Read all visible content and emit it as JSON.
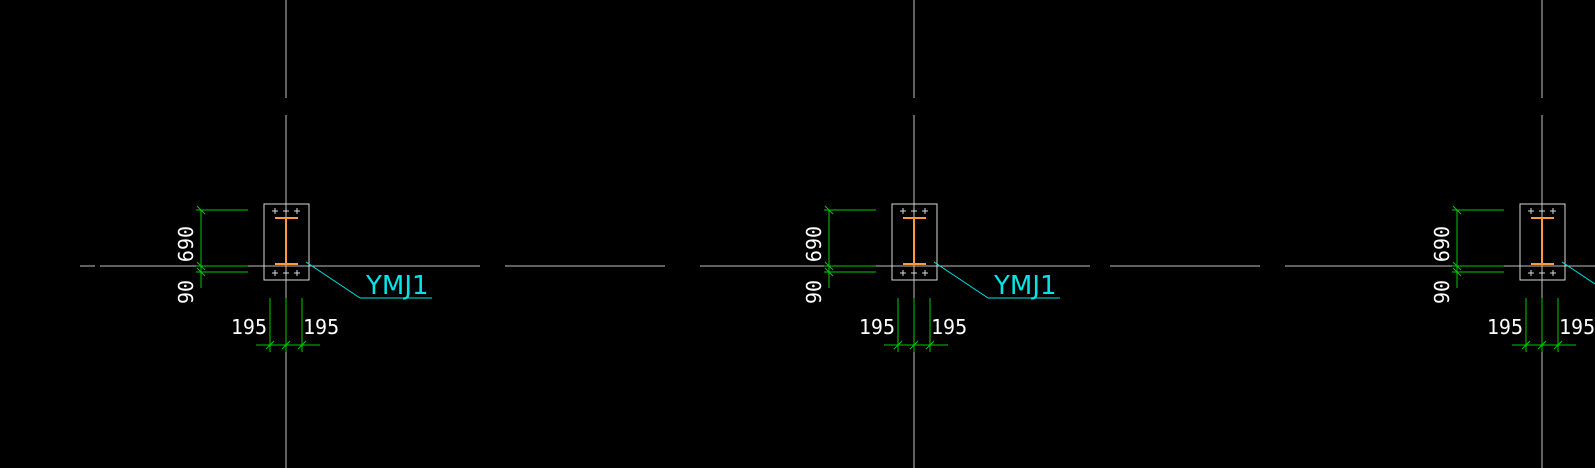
{
  "colors": {
    "background": "#000000",
    "axis": "#bfbfbf",
    "dimension": "#00c800",
    "outline": "#d9d9d9",
    "steel": "#ff9a3c",
    "leader": "#00e5e5",
    "text": "#ffffff"
  },
  "details": [
    {
      "id": "detail-1",
      "dim_vertical_top": "690",
      "dim_vertical_bottom": "90",
      "dim_horizontal_left": "195",
      "dim_horizontal_right": "195",
      "tag": "YMJ1"
    },
    {
      "id": "detail-2",
      "dim_vertical_top": "690",
      "dim_vertical_bottom": "90",
      "dim_horizontal_left": "195",
      "dim_horizontal_right": "195",
      "tag": "YMJ1"
    },
    {
      "id": "detail-3",
      "dim_vertical_top": "690",
      "dim_vertical_bottom": "90",
      "dim_horizontal_left": "195",
      "dim_horizontal_right": "195",
      "tag": ""
    }
  ]
}
